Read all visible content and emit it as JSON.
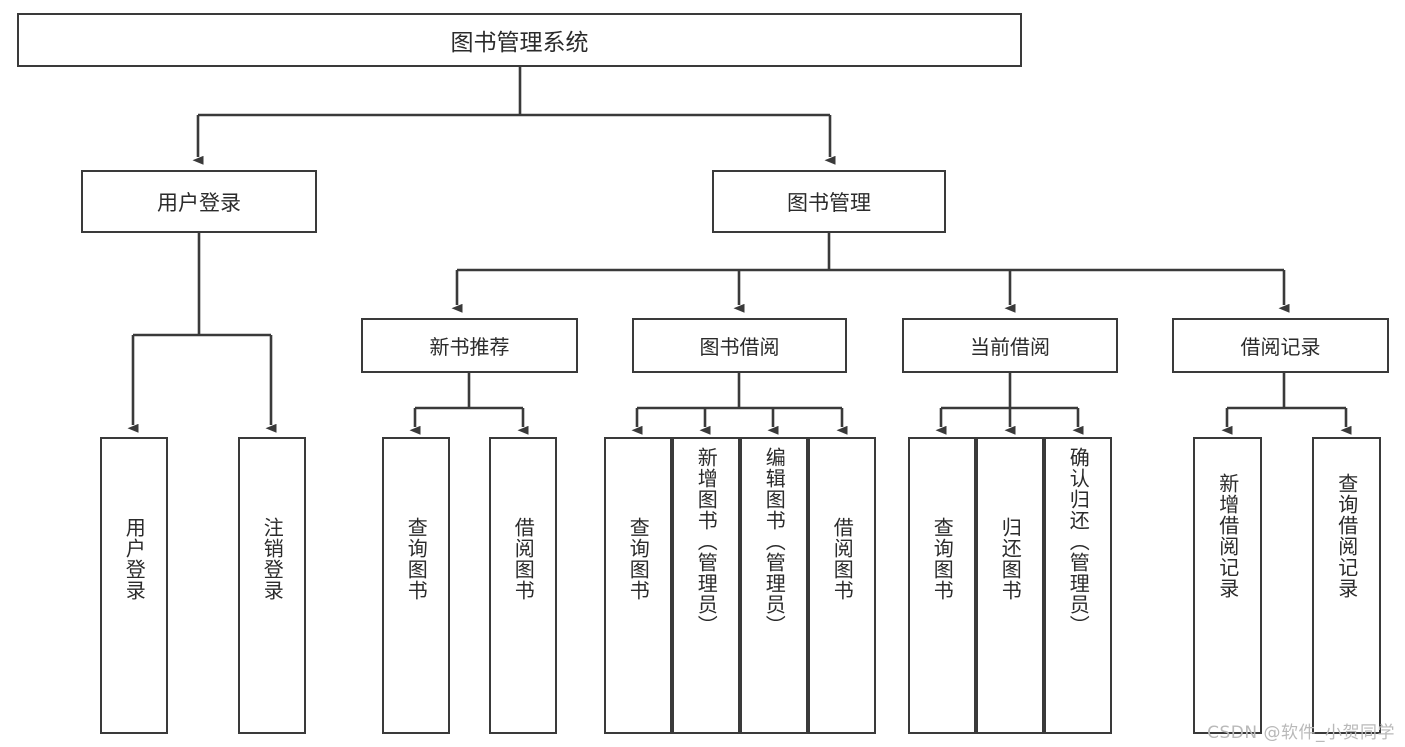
{
  "diagram": {
    "title": "图书管理系统",
    "watermark": "CSDN @软件_小贺同学",
    "type": "tree-hierarchy",
    "root": {
      "label": "图书管理系统"
    },
    "level1": [
      {
        "label": "用户登录"
      },
      {
        "label": "图书管理"
      }
    ],
    "level2": [
      {
        "label": "新书推荐"
      },
      {
        "label": "图书借阅"
      },
      {
        "label": "当前借阅"
      },
      {
        "label": "借阅记录"
      }
    ],
    "leaves": {
      "user_login": [
        {
          "label": "用户登录"
        },
        {
          "label": "注销登录"
        }
      ],
      "new_book": [
        {
          "label": "查询图书"
        },
        {
          "label": "借阅图书"
        }
      ],
      "book_borrow": [
        {
          "label": "查询图书"
        },
        {
          "label": "新增图书（管理员）"
        },
        {
          "label": "编辑图书（管理员）"
        },
        {
          "label": "借阅图书"
        }
      ],
      "current_borrow": [
        {
          "label": "查询图书"
        },
        {
          "label": "归还图书"
        },
        {
          "label": "确认归还（管理员）"
        }
      ],
      "borrow_record": [
        {
          "label": "新增借阅记录"
        },
        {
          "label": "查询借阅记录"
        }
      ]
    },
    "colors": {
      "stroke": "#3a3a3a",
      "background": "#ffffff",
      "text": "#2b2b2b",
      "watermark": "#b9b9b9"
    }
  }
}
